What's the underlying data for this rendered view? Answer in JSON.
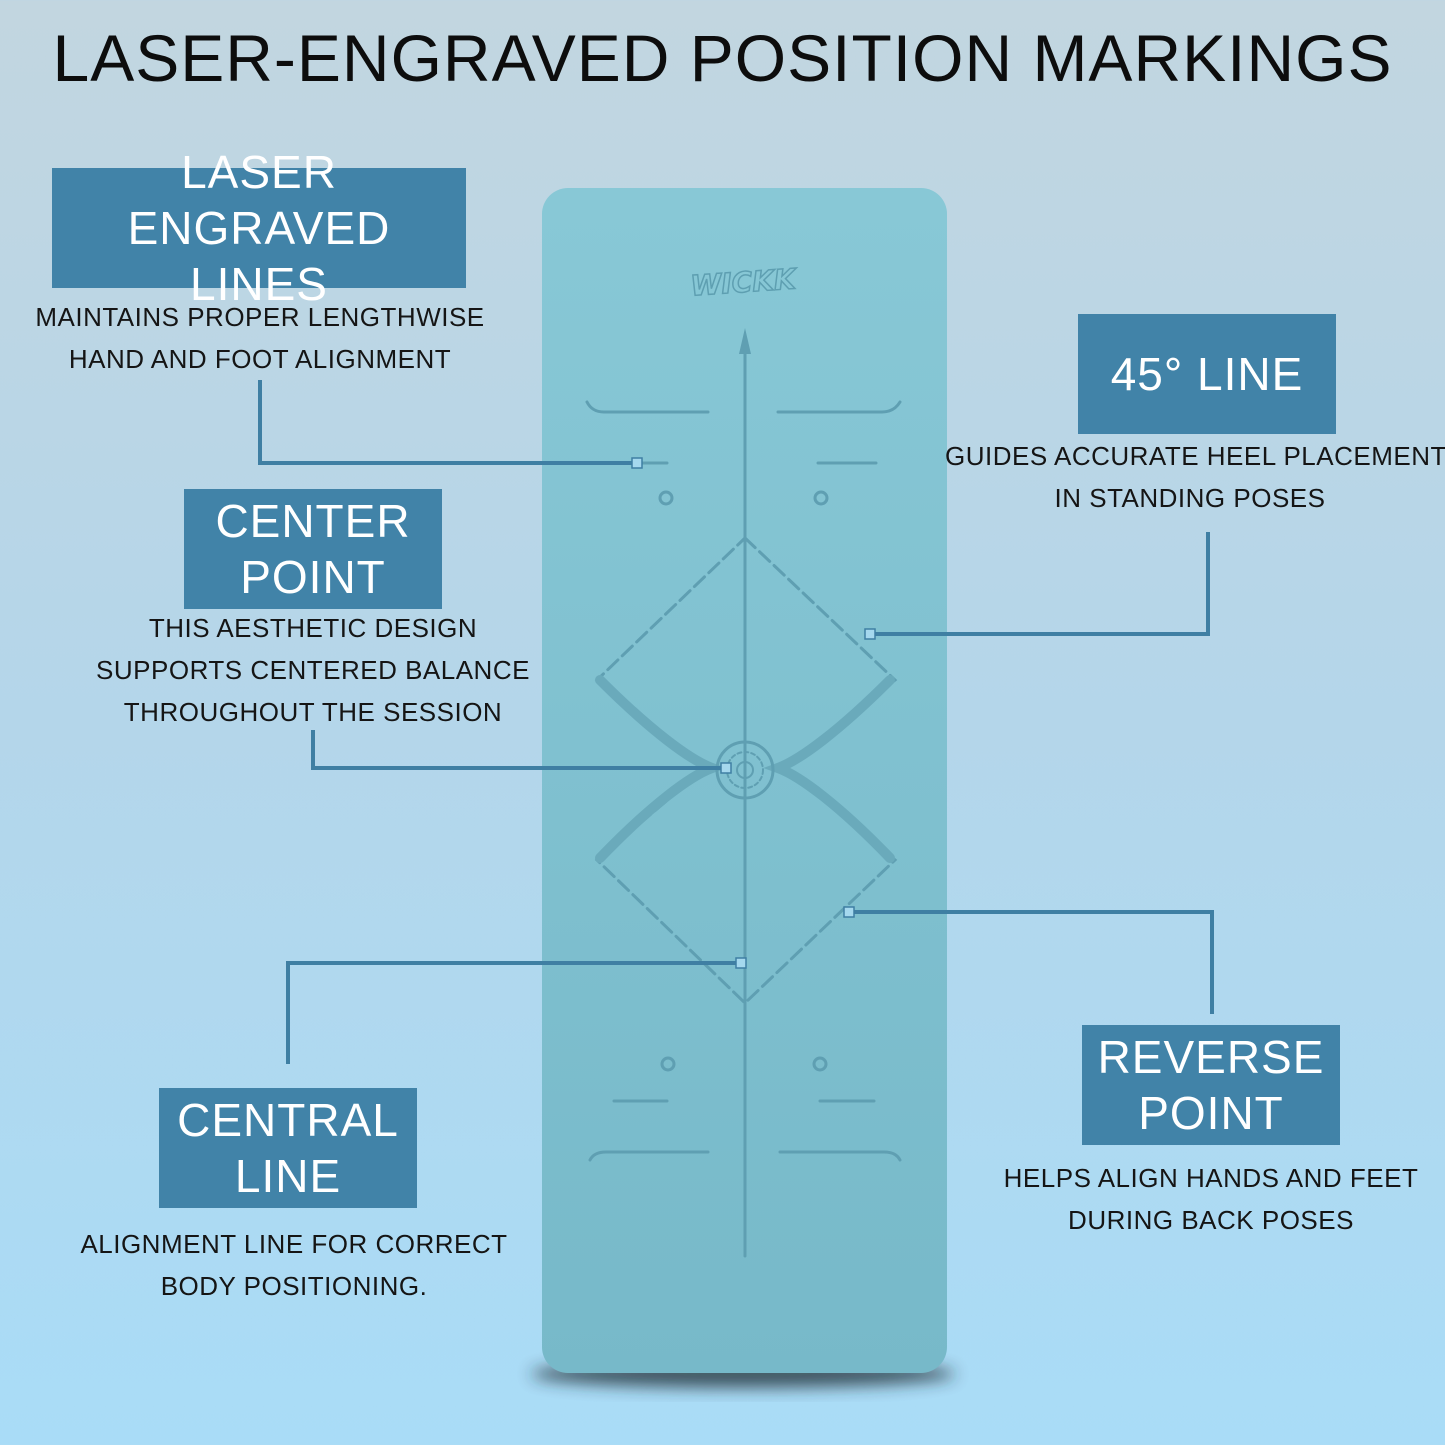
{
  "title": "LASER-ENGRAVED POSITION MARKINGS",
  "accent_color": "#4183a8",
  "mat_color": "#80c1cf",
  "mat_logo": "WICKK",
  "features": {
    "laser_lines": {
      "title": [
        "LASER ENGRAVED",
        "LINES"
      ],
      "description": [
        "MAINTAINS PROPER LENGTHWISE",
        "HAND AND FOOT ALIGNMENT"
      ]
    },
    "center_point": {
      "title": [
        "CENTER",
        "POINT"
      ],
      "description": [
        "THIS AESTHETIC DESIGN",
        "SUPPORTS CENTERED BALANCE",
        "THROUGHOUT THE SESSION"
      ]
    },
    "central_line": {
      "title": [
        "CENTRAL",
        "LINE"
      ],
      "description": [
        "ALIGNMENT LINE FOR CORRECT",
        "BODY POSITIONING."
      ]
    },
    "line_45": {
      "title": [
        "45° LINE"
      ],
      "description": [
        "GUIDES ACCURATE HEEL PLACEMENT",
        "IN STANDING POSES"
      ]
    },
    "reverse_point": {
      "title": [
        "REVERSE",
        "POINT"
      ],
      "description": [
        "HELPS ALIGN HANDS AND FEET",
        "DURING BACK POSES"
      ]
    }
  }
}
